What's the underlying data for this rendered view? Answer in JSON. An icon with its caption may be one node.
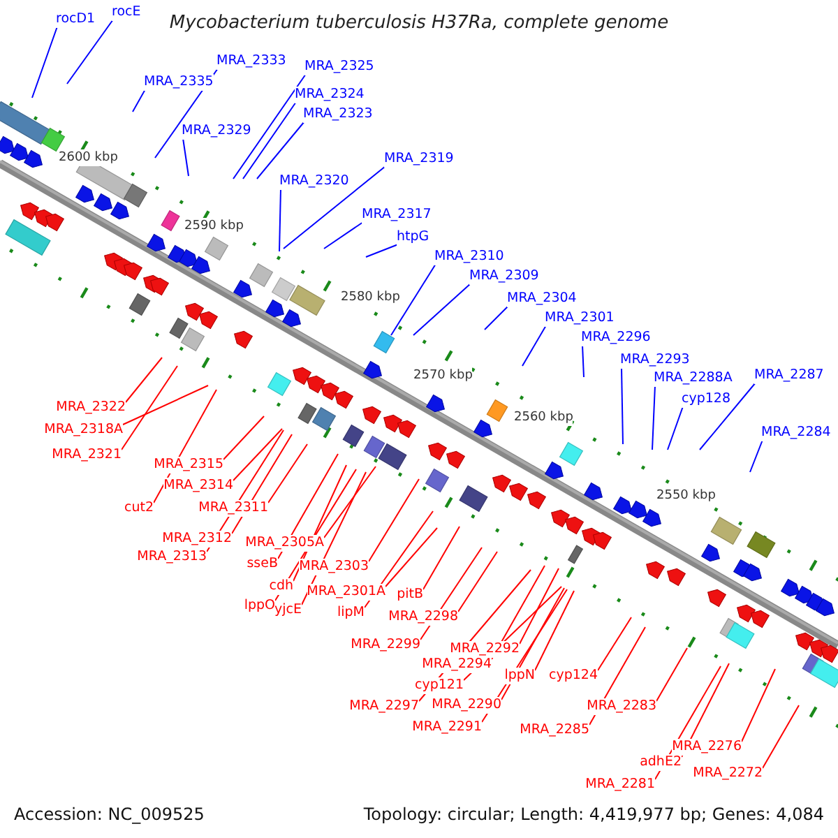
{
  "diagram": {
    "title": "Mycobacterium tuberculosis H37Ra, complete genome",
    "nodes": [
      {
        "text": [
          "rocD1"
        ]
      },
      {
        "text": [
          "rocE"
        ]
      },
      {
        "text": [
          "MRA_2335"
        ]
      },
      {
        "text": [
          "MRA_2333"
        ]
      },
      {
        "text": [
          "MRA_2325"
        ]
      },
      {
        "text": [
          "MRA_2324"
        ]
      },
      {
        "text": [
          "MRA_2323"
        ]
      },
      {
        "text": [
          "MRA_2329"
        ]
      },
      {
        "text": [
          "MRA_2319"
        ]
      },
      {
        "text": [
          "MRA_2320"
        ]
      },
      {
        "text": [
          "MRA_2317"
        ]
      },
      {
        "text": [
          "htpG"
        ]
      },
      {
        "text": [
          "MRA_2310"
        ]
      },
      {
        "text": [
          "MRA_2309"
        ]
      },
      {
        "text": [
          "MRA_2304"
        ]
      },
      {
        "text": [
          "MRA_2301"
        ]
      },
      {
        "text": [
          "MRA_2296"
        ]
      },
      {
        "text": [
          "MRA_2293"
        ]
      },
      {
        "text": [
          "MRA_2288A"
        ]
      },
      {
        "text": [
          "MRA_2287"
        ]
      },
      {
        "text": [
          "cyp128"
        ]
      },
      {
        "text": [
          "MRA_2284"
        ]
      },
      {
        "text": [
          "MRA_2322"
        ]
      },
      {
        "text": [
          "MRA_2318A"
        ]
      },
      {
        "text": [
          "MRA_2321"
        ]
      },
      {
        "text": [
          "MRA_2315"
        ]
      },
      {
        "text": [
          "MRA_2314"
        ]
      },
      {
        "text": [
          "cut2"
        ]
      },
      {
        "text": [
          "MRA_2311"
        ]
      },
      {
        "text": [
          "MRA_2312"
        ]
      },
      {
        "text": [
          "MRA_2305A"
        ]
      },
      {
        "text": [
          "MRA_2313"
        ]
      },
      {
        "text": [
          "sseB"
        ]
      },
      {
        "text": [
          "MRA_2303"
        ]
      },
      {
        "text": [
          "cdh"
        ]
      },
      {
        "text": [
          "MRA_2301A"
        ]
      },
      {
        "text": [
          "pitB"
        ]
      },
      {
        "text": [
          "lppO"
        ]
      },
      {
        "text": [
          "yjcE"
        ]
      },
      {
        "text": [
          "lipM"
        ]
      },
      {
        "text": [
          "MRA_2298"
        ]
      },
      {
        "text": [
          "MRA_2299"
        ]
      },
      {
        "text": [
          "MRA_2292"
        ]
      },
      {
        "text": [
          "MRA_2294"
        ]
      },
      {
        "text": [
          "lppN"
        ]
      },
      {
        "text": [
          "cyp124"
        ]
      },
      {
        "text": [
          "cyp121"
        ]
      },
      {
        "text": [
          "MRA_2290"
        ]
      },
      {
        "text": [
          "MRA_2283"
        ]
      },
      {
        "text": [
          "MRA_2297"
        ]
      },
      {
        "text": [
          "MRA_2291"
        ]
      },
      {
        "text": [
          "MRA_2285"
        ]
      },
      {
        "text": [
          "MRA_2276"
        ]
      },
      {
        "text": [
          "adhE2"
        ]
      },
      {
        "text": [
          "MRA_2272"
        ]
      },
      {
        "text": [
          "MRA_2281"
        ]
      }
    ],
    "edges": [
      {
        "from": 0,
        "to": null,
        "arrow": "none",
        "color": "#0000ff"
      },
      {
        "from": 1,
        "to": null,
        "arrow": "none",
        "color": "#0000ff"
      },
      {
        "from": 2,
        "to": null,
        "arrow": "none",
        "color": "#0000ff"
      },
      {
        "from": 3,
        "to": null,
        "arrow": "none",
        "color": "#0000ff"
      },
      {
        "from": 4,
        "to": null,
        "arrow": "none",
        "color": "#0000ff"
      },
      {
        "from": 5,
        "to": null,
        "arrow": "none",
        "color": "#0000ff"
      },
      {
        "from": 6,
        "to": null,
        "arrow": "none",
        "color": "#0000ff"
      },
      {
        "from": 7,
        "to": null,
        "arrow": "none",
        "color": "#0000ff"
      },
      {
        "from": 8,
        "to": null,
        "arrow": "none",
        "color": "#0000ff"
      },
      {
        "from": 9,
        "to": null,
        "arrow": "none",
        "color": "#0000ff"
      },
      {
        "from": 10,
        "to": null,
        "arrow": "none",
        "color": "#0000ff"
      },
      {
        "from": 11,
        "to": null,
        "arrow": "none",
        "color": "#0000ff"
      },
      {
        "from": 12,
        "to": null,
        "arrow": "none",
        "color": "#0000ff"
      },
      {
        "from": 13,
        "to": null,
        "arrow": "none",
        "color": "#0000ff"
      },
      {
        "from": 14,
        "to": null,
        "arrow": "none",
        "color": "#0000ff"
      },
      {
        "from": 15,
        "to": null,
        "arrow": "none",
        "color": "#0000ff"
      },
      {
        "from": 16,
        "to": null,
        "arrow": "none",
        "color": "#0000ff"
      },
      {
        "from": 17,
        "to": null,
        "arrow": "none",
        "color": "#0000ff"
      },
      {
        "from": 18,
        "to": null,
        "arrow": "none",
        "color": "#0000ff"
      },
      {
        "from": 19,
        "to": null,
        "arrow": "none",
        "color": "#0000ff"
      },
      {
        "from": 20,
        "to": null,
        "arrow": "none",
        "color": "#0000ff"
      },
      {
        "from": 21,
        "to": null,
        "arrow": "none",
        "color": "#0000ff"
      },
      {
        "from": 22,
        "to": null,
        "arrow": "none"
      },
      {
        "from": 23,
        "to": null,
        "arrow": "none"
      },
      {
        "from": 24,
        "to": null,
        "arrow": "none"
      },
      {
        "from": 25,
        "to": null,
        "arrow": "none"
      },
      {
        "from": 26,
        "to": null,
        "arrow": "none"
      },
      {
        "from": 27,
        "to": null,
        "arrow": "none"
      },
      {
        "from": 28,
        "to": null,
        "arrow": "none"
      },
      {
        "from": 29,
        "to": null,
        "arrow": "none"
      },
      {
        "from": 30,
        "to": null,
        "arrow": "none"
      },
      {
        "from": 31,
        "to": null,
        "arrow": "none"
      },
      {
        "from": 32,
        "to": null,
        "arrow": "none"
      },
      {
        "from": 33,
        "to": null,
        "arrow": "none"
      },
      {
        "from": 34,
        "to": null,
        "arrow": "none"
      },
      {
        "from": 35,
        "to": null,
        "arrow": "none"
      },
      {
        "from": 36,
        "to": null,
        "arrow": "none"
      },
      {
        "from": 37,
        "to": null,
        "arrow": "none"
      },
      {
        "from": 38,
        "to": null,
        "arrow": "none"
      },
      {
        "from": 39,
        "to": null,
        "arrow": "none"
      },
      {
        "from": 40,
        "to": null,
        "arrow": "none"
      },
      {
        "from": 41,
        "to": null,
        "arrow": "none"
      },
      {
        "from": 42,
        "to": null,
        "arrow": "none"
      },
      {
        "from": 43,
        "to": null,
        "arrow": "none"
      },
      {
        "from": 44,
        "to": null,
        "arrow": "none"
      },
      {
        "from": 45,
        "to": null,
        "arrow": "none"
      },
      {
        "from": 46,
        "to": null,
        "arrow": "none"
      },
      {
        "from": 47,
        "to": null,
        "arrow": "none"
      },
      {
        "from": 48,
        "to": null,
        "arrow": "none"
      },
      {
        "from": 49,
        "to": null,
        "arrow": "none"
      },
      {
        "from": 50,
        "to": null,
        "arrow": "none"
      },
      {
        "from": 51,
        "to": null,
        "arrow": "none"
      },
      {
        "from": 52,
        "to": null,
        "arrow": "none"
      },
      {
        "from": 53,
        "to": null,
        "arrow": "none"
      },
      {
        "from": 54,
        "to": null,
        "arrow": "none"
      },
      {
        "from": 55,
        "to": null,
        "arrow": "none"
      }
    ],
    "labels": [
      "2600 kbp",
      "2590 kbp",
      "2580 kbp",
      "2570 kbp",
      "2560 kbp",
      "2550 kbp",
      "Accession: NC_009525",
      "Topology: circular; Length: 4,419,977 bp; Genes: 4,084"
    ]
  }
}
